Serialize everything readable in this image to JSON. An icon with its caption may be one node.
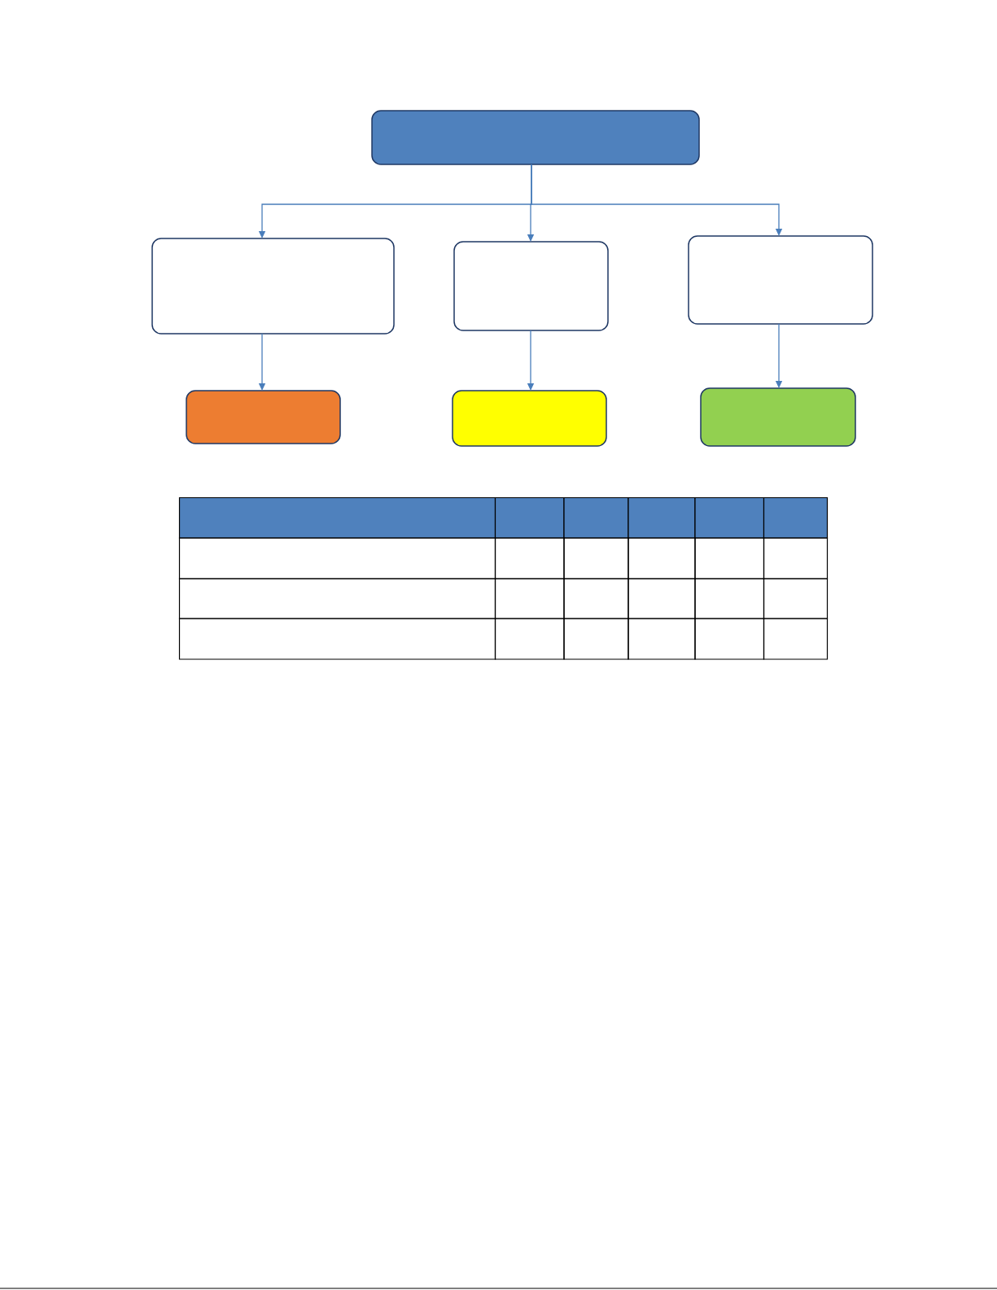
{
  "diagram": {
    "nodes": [
      {
        "text": [],
        "shape": "box"
      },
      {
        "text": [],
        "shape": "box"
      },
      {
        "text": [],
        "shape": "box"
      },
      {
        "text": [],
        "shape": "box"
      },
      {
        "text": [],
        "shape": "box"
      },
      {
        "text": [],
        "shape": "box"
      },
      {
        "text": [],
        "shape": "box"
      }
    ],
    "edges": [
      {
        "from": 0,
        "to": 1,
        "arrow": "to"
      },
      {
        "from": 0,
        "to": 2,
        "arrow": "to"
      },
      {
        "from": 0,
        "to": 3,
        "arrow": "to"
      },
      {
        "from": 1,
        "to": 4,
        "arrow": "to"
      },
      {
        "from": 2,
        "to": 5,
        "arrow": "to"
      },
      {
        "from": 3,
        "to": 6,
        "arrow": "to"
      }
    ]
  }
}
